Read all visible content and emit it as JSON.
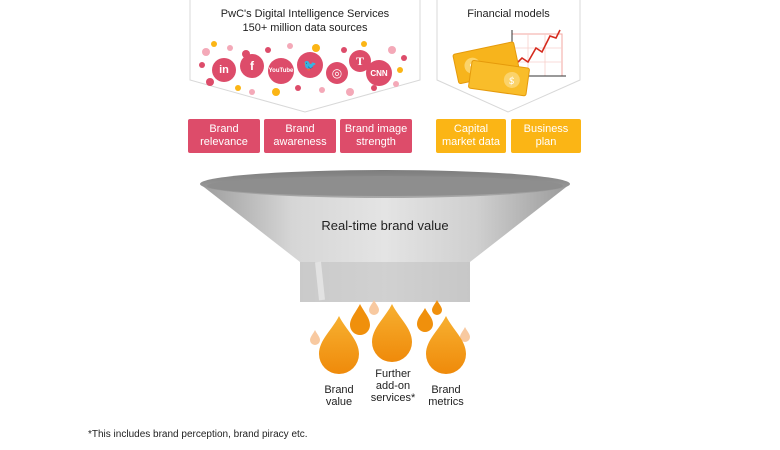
{
  "digital": {
    "title": "PwC's Digital Intelligence Services",
    "subtitle": "150+ million data sources"
  },
  "financial": {
    "title": "Financial models"
  },
  "social_icons": [
    {
      "name": "linkedin-icon",
      "glyph": "in"
    },
    {
      "name": "facebook-icon",
      "glyph": "f"
    },
    {
      "name": "youtube-icon",
      "glyph": "YouTube"
    },
    {
      "name": "twitter-icon",
      "glyph": "🐦"
    },
    {
      "name": "instagram-icon",
      "glyph": "◎"
    },
    {
      "name": "nytimes-icon",
      "glyph": "T"
    },
    {
      "name": "cnn-icon",
      "glyph": "CNN"
    }
  ],
  "inputs_left": [
    "Brand\nrelevance",
    "Brand\nawareness",
    "Brand image\nstrength"
  ],
  "inputs_right": [
    "Capital\nmarket data",
    "Business\nplan"
  ],
  "funnel_label": "Real-time brand value",
  "outputs": [
    "Brand\nvalue",
    "Further\nadd-on\nservices*",
    "Brand\nmetrics"
  ],
  "footnote": "*This includes brand perception, brand piracy etc.",
  "colors": {
    "pink": "#dd4c6a",
    "yellow": "#fbb515",
    "orange": "#f0900c",
    "funnel_gray": "#c9c9c9"
  }
}
